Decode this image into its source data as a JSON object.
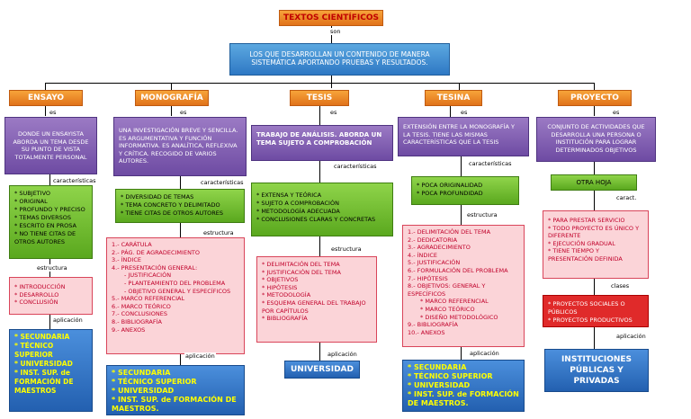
{
  "title": "TEXTOS CIENTÍFICOS",
  "son": "son",
  "definition": "LOS QUE DESARROLLAN UN CONTENIDO DE MANERA SISTEMÁTICA APORTANDO PRUEBAS Y RESULTADOS.",
  "conn": {
    "es": "es",
    "caracteristicas": "características",
    "estructura": "estructura",
    "aplicacion": "aplicación",
    "caract": "caract.",
    "clases": "clases"
  },
  "ensayo": {
    "name": "ENSAYO",
    "def": "DONDE UN ENSAYISTA ABORDA UN TEMA DESDE SU PUNTO DE VISTA TOTALMENTE PERSONAL",
    "caracteristicas": [
      "* SUBJETIVO",
      "* ORIGINAL",
      "* PROFUNDO Y PRECISO",
      "* TEMAS DIVERSOS",
      "* ESCRITO EN PROSA",
      "* NO TIENE CITAS DE OTROS AUTORES"
    ],
    "estructura": [
      "* INTRODUCCIÓN",
      "* DESARROLLO",
      "* CONCLUSIÓN"
    ],
    "aplicacion": [
      "* SECUNDARIA",
      "* TÉCNICO SUPERIOR",
      "* UNIVERSIDAD",
      "* INST. SUP. de FORMACIÓN DE MAESTROS"
    ]
  },
  "monografia": {
    "name": "MONOGRAFÍA",
    "def": "UNA INVESTIGACIÓN BREVE Y SENCILLA. ES ARGUMENTATIVA Y FUNCIÓN INFORMATIVA. ES ANALÍTICA, REFLEXIVA Y CRÍTICA. RECOGIDO DE VARIOS AUTORES.",
    "caracteristicas": [
      "* DIVERSIDAD DE TEMAS",
      "* TEMA CONCRETO Y DELIMITADO",
      "* TIENE CITAS DE OTROS AUTORES"
    ],
    "estructura": [
      "1.- CARÁTULA",
      "2.- PÁG. DE AGRADECIMIENTO",
      "3.- ÍNDICE",
      "4.- PRESENTACIÓN GENERAL:",
      "- JUSTIFICACIÓN",
      "- PLANTEAMIENTO DEL PROBLEMA",
      "- OBJETIVO GENERAL Y ESPECÍFICOS",
      "5.- MARCO REFERENCIAL",
      "6.- MARCO TEÓRICO",
      "7.- CONCLUSIONES",
      "8.- BIBLIOGRAFÍA",
      "9.- ANEXOS"
    ],
    "aplicacion": [
      "* SECUNDARIA",
      "* TÉCNICO SUPERIOR",
      "* UNIVERSIDAD",
      "* INST. SUP. de FORMACIÓN DE MAESTROS."
    ]
  },
  "tesis": {
    "name": "TESIS",
    "def": "TRABAJO DE ANÁLISIS. ABORDA UN TEMA SUJETO A COMPROBACIÓN",
    "caracteristicas": [
      "* EXTENSA Y TEÓRICA",
      "* SUJETO A COMPROBACIÓN",
      "* METODOLOGÍA ADECUADA",
      "* CONCLUSIONES CLARAS Y CONCRETAS"
    ],
    "estructura": [
      "* DELIMITACIÓN DEL TEMA",
      "* JUSTIFICACIÓN DEL TEMA",
      "* OBJETIVOS",
      "* HIPÓTESIS",
      "* METODOLOGÍA",
      "* ESQUEMA GENERAL DEL TRABAJO POR CAPÍTULOS",
      "* BIBLIOGRAFÍA"
    ],
    "aplicacion": "UNIVERSIDAD"
  },
  "tesina": {
    "name": "TESINA",
    "def": "EXTENSIÓN ENTRE LA MONOGRAFÍA Y LA TESIS. TIENE LAS MISMAS CARACTERÍSTICAS QUE LA TESIS",
    "caracteristicas": [
      "* POCA ORIGINALIDAD",
      "* POCA PROFUNDIDAD"
    ],
    "estructura": [
      "1.- DELIMITACIÓN DEL TEMA",
      "2.- DEDICATORIA",
      "3.- AGRADECIMIENTO",
      "4.- ÍNDICE",
      "5.- JUSTIFICACIÓN",
      "6.- FORMULACIÓN DEL PROBLEMA",
      "7.- HIPÓTESIS",
      "8.- OBJETIVOS: GENERAL Y ESPECÍFICOS",
      "* MARCO REFERENCIAL",
      "* MARCO TEÓRICO",
      "* DISEÑO METODOLÓGICO",
      "9.- BIBLIOGRAFÍA",
      "10.- ANEXOS"
    ],
    "aplicacion": [
      "* SECUNDARIA",
      "* TÉCNICO SUPERIOR",
      "* UNIVERSIDAD",
      "* INST. SUP. de FORMACIÓN DE MAESTROS."
    ]
  },
  "proyecto": {
    "name": "PROYECTO",
    "def": "CONJUNTO DE ACTIVIDADES QUE DESARROLLA UNA PERSONA O INSTITUCIÓN PARA LOGRAR DETERMINADOS OBJETIVOS",
    "otra": "OTRA HOJA",
    "caracteristicas": [
      "* PARA PRESTAR SERVICIO",
      "* TODO PROYECTO ES ÚNICO Y DIFERENTE",
      "* EJECUCIÓN GRADUAL",
      "* TIENE TIEMPO Y PRESENTACIÓN DEFINIDA"
    ],
    "clases": [
      "* PROYECTOS SOCIALES O PÚBLICOS",
      "* PROYECTOS PRODUCTIVOS"
    ],
    "aplicacion": "INSTITUCIONES PÚBLICAS Y PRIVADAS"
  }
}
